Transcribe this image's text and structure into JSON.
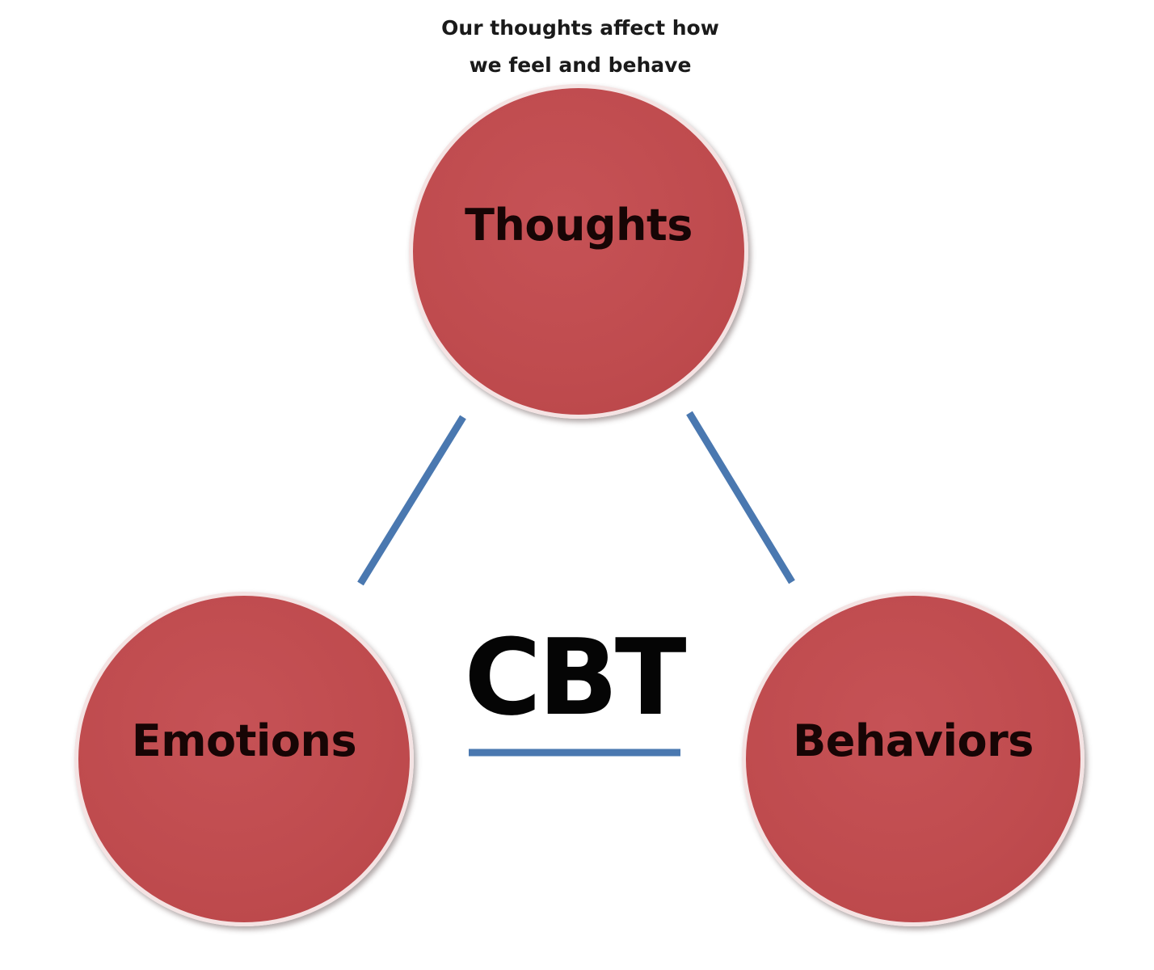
{
  "caption": {
    "line1": "Our thoughts affect how",
    "line2": "we feel and behave"
  },
  "center_title": "CBT",
  "nodes": {
    "thoughts": "Thoughts",
    "emotions": "Emotions",
    "behaviors": "Behaviors"
  },
  "colors": {
    "node_fill": "#bf4b4e",
    "node_border": "#f4e3e3",
    "connector": "#4a78b0",
    "text": "#170505"
  }
}
